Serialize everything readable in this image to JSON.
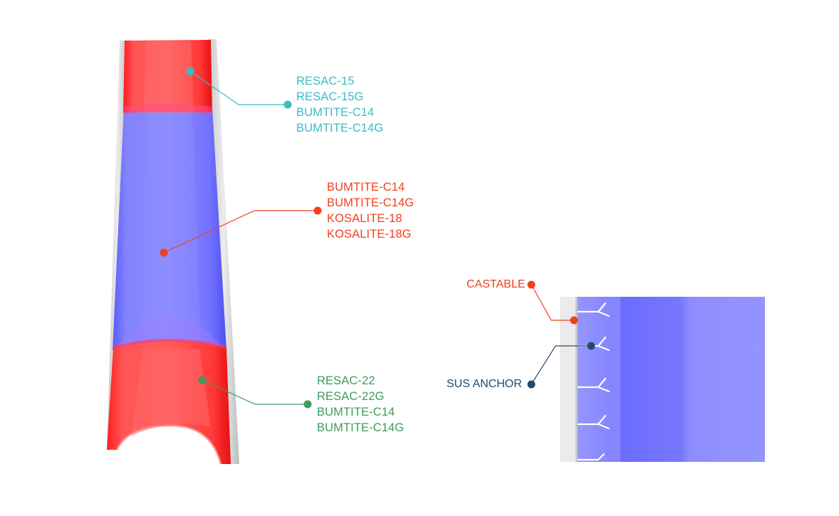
{
  "colors": {
    "red_lining": "#fb2a2a",
    "blue_lining": "#7777ff",
    "steel": "#dcdcdc",
    "teal": "#3bbcc4",
    "orange_red": "#f0401c",
    "green": "#3f9a5b",
    "navy": "#22496e"
  },
  "callouts": {
    "top": {
      "items": [
        "RESAC-15",
        "RESAC-15G",
        "BUMTITE-C14",
        "BUMTITE-C14G"
      ]
    },
    "middle": {
      "items": [
        "BUMTITE-C14",
        "BUMTITE-C14G",
        "KOSALITE-18",
        "KOSALITE-18G"
      ]
    },
    "bottom": {
      "items": [
        "RESAC-22",
        "RESAC-22G",
        "BUMTITE-C14",
        "BUMTITE-C14G"
      ]
    }
  },
  "detail": {
    "castable_label": "CASTABLE",
    "anchor_label": "SUS ANCHOR"
  }
}
